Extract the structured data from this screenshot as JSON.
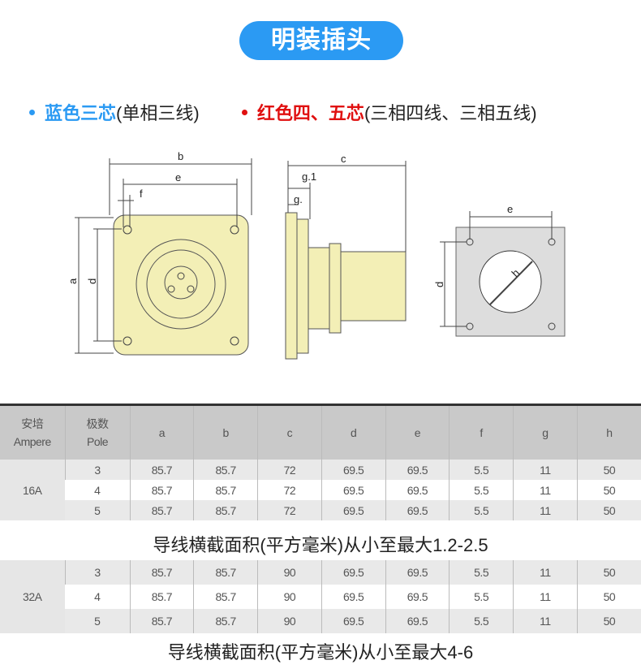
{
  "title": "明装插头",
  "legend": [
    {
      "label": "蓝色三芯",
      "desc": "(单相三线)",
      "color": "#2b9af3"
    },
    {
      "label": "红色四、五芯",
      "desc": "(三相四线、三相五线)",
      "color": "#e01010"
    }
  ],
  "diagram_labels": {
    "a": "a",
    "b": "b",
    "c": "c",
    "d": "d",
    "e": "e",
    "f": "f",
    "g": "g.",
    "g1": "g.1",
    "h": "h",
    "d2": "d",
    "e2": "e"
  },
  "table": {
    "headers": [
      {
        "zh": "安培",
        "en": "Ampere"
      },
      {
        "zh": "极数",
        "en": "Pole"
      },
      {
        "en": "a"
      },
      {
        "en": "b"
      },
      {
        "en": "c"
      },
      {
        "en": "d"
      },
      {
        "en": "e"
      },
      {
        "en": "f"
      },
      {
        "en": "g"
      },
      {
        "en": "h"
      }
    ],
    "groups": [
      {
        "ampere": "16A",
        "rows": [
          [
            "3",
            "85.7",
            "85.7",
            "72",
            "69.5",
            "69.5",
            "5.5",
            "11",
            "50"
          ],
          [
            "4",
            "85.7",
            "85.7",
            "72",
            "69.5",
            "69.5",
            "5.5",
            "11",
            "50"
          ],
          [
            "5",
            "85.7",
            "85.7",
            "72",
            "69.5",
            "69.5",
            "5.5",
            "11",
            "50"
          ]
        ],
        "caption": "导线横截面积(平方毫米)从小至最大1.2-2.5"
      },
      {
        "ampere": "32A",
        "rows": [
          [
            "3",
            "85.7",
            "85.7",
            "90",
            "69.5",
            "69.5",
            "5.5",
            "11",
            "50"
          ],
          [
            "4",
            "85.7",
            "85.7",
            "90",
            "69.5",
            "69.5",
            "5.5",
            "11",
            "50"
          ],
          [
            "5",
            "85.7",
            "85.7",
            "90",
            "69.5",
            "69.5",
            "5.5",
            "11",
            "50"
          ]
        ],
        "caption": "导线横截面积(平方毫米)从小至最大4-6"
      }
    ]
  }
}
